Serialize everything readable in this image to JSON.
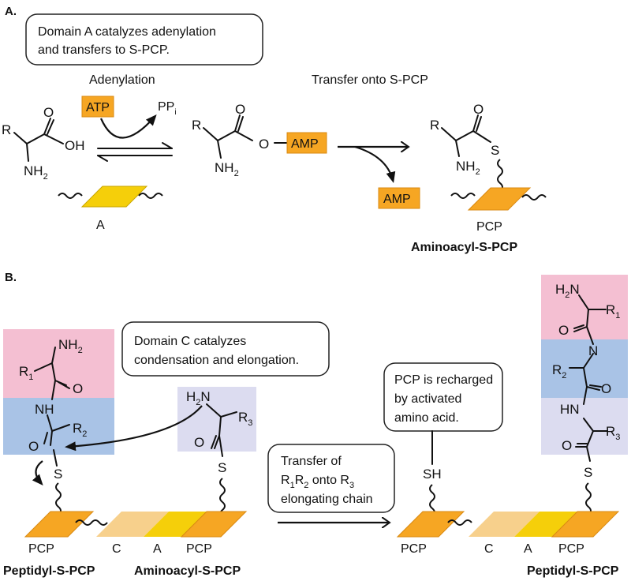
{
  "panel_a": {
    "label": "A.",
    "callout_line1": "Domain A catalyzes adenylation",
    "callout_line2": "and transfers to S-PCP.",
    "step1_label": "Adenylation",
    "step2_label": "Transfer onto S-PCP",
    "atp": "ATP",
    "ppi": "PP",
    "ppi_sub": "i",
    "amp": "AMP",
    "amp_released": "AMP",
    "amino_acid": {
      "r": "R",
      "o": "O",
      "oh": "OH",
      "nh2": "NH",
      "sub2": "2"
    },
    "intermediate": {
      "r": "R",
      "o": "O",
      "o2": "O",
      "nh2": "NH",
      "sub2": "2"
    },
    "product": {
      "r": "R",
      "o": "O",
      "s": "S",
      "nh2": "NH",
      "sub2": "2"
    },
    "domain_a": "A",
    "pcp": "PCP",
    "product_title": "Aminoacyl-S-PCP"
  },
  "panel_b": {
    "label": "B.",
    "callout_c_line1": "Domain C catalyzes",
    "callout_c_line2": "condensation and elongation.",
    "transfer_line1": "Transfer of",
    "transfer_r1": "R",
    "transfer_r2": "R",
    "transfer_r3": "R",
    "transfer_mid": " onto ",
    "transfer_line3": "elongating chain",
    "recharge_line1": "PCP is recharged",
    "recharge_line2": "by activated",
    "recharge_line3": "amino acid.",
    "left_peptide": {
      "nh2": "NH",
      "r1": "R",
      "o": "O",
      "nh": "NH",
      "r2": "R",
      "o2": "O",
      "s": "S"
    },
    "aminoacyl": {
      "h2n": "H",
      "r3": "R",
      "o": "O",
      "s": "S"
    },
    "right_peptide": {
      "h2n": "H",
      "r1": "R",
      "o": "O",
      "n": "N",
      "r2": "R",
      "o2": "O",
      "hn": "HN",
      "r3": "R",
      "o3": "O",
      "s": "S"
    },
    "sh": "SH",
    "dom_pcp": "PCP",
    "dom_c": "C",
    "dom_a": "A",
    "peptidyl_title": "Peptidyl-S-PCP",
    "aminoacyl_title": "Aminoacyl-S-PCP",
    "peptidyl_title_right": "Peptidyl-S-PCP",
    "sub1": "1",
    "sub2": "2",
    "sub3": "3"
  },
  "colors": {
    "pink": "#f4bfd2",
    "blue": "#a9c3e6",
    "lavender": "#dcdcf0",
    "orange": "#f6a623",
    "orange_dark": "#d98a12",
    "yellow": "#f5cf0a",
    "light_orange": "#f7d08c"
  }
}
